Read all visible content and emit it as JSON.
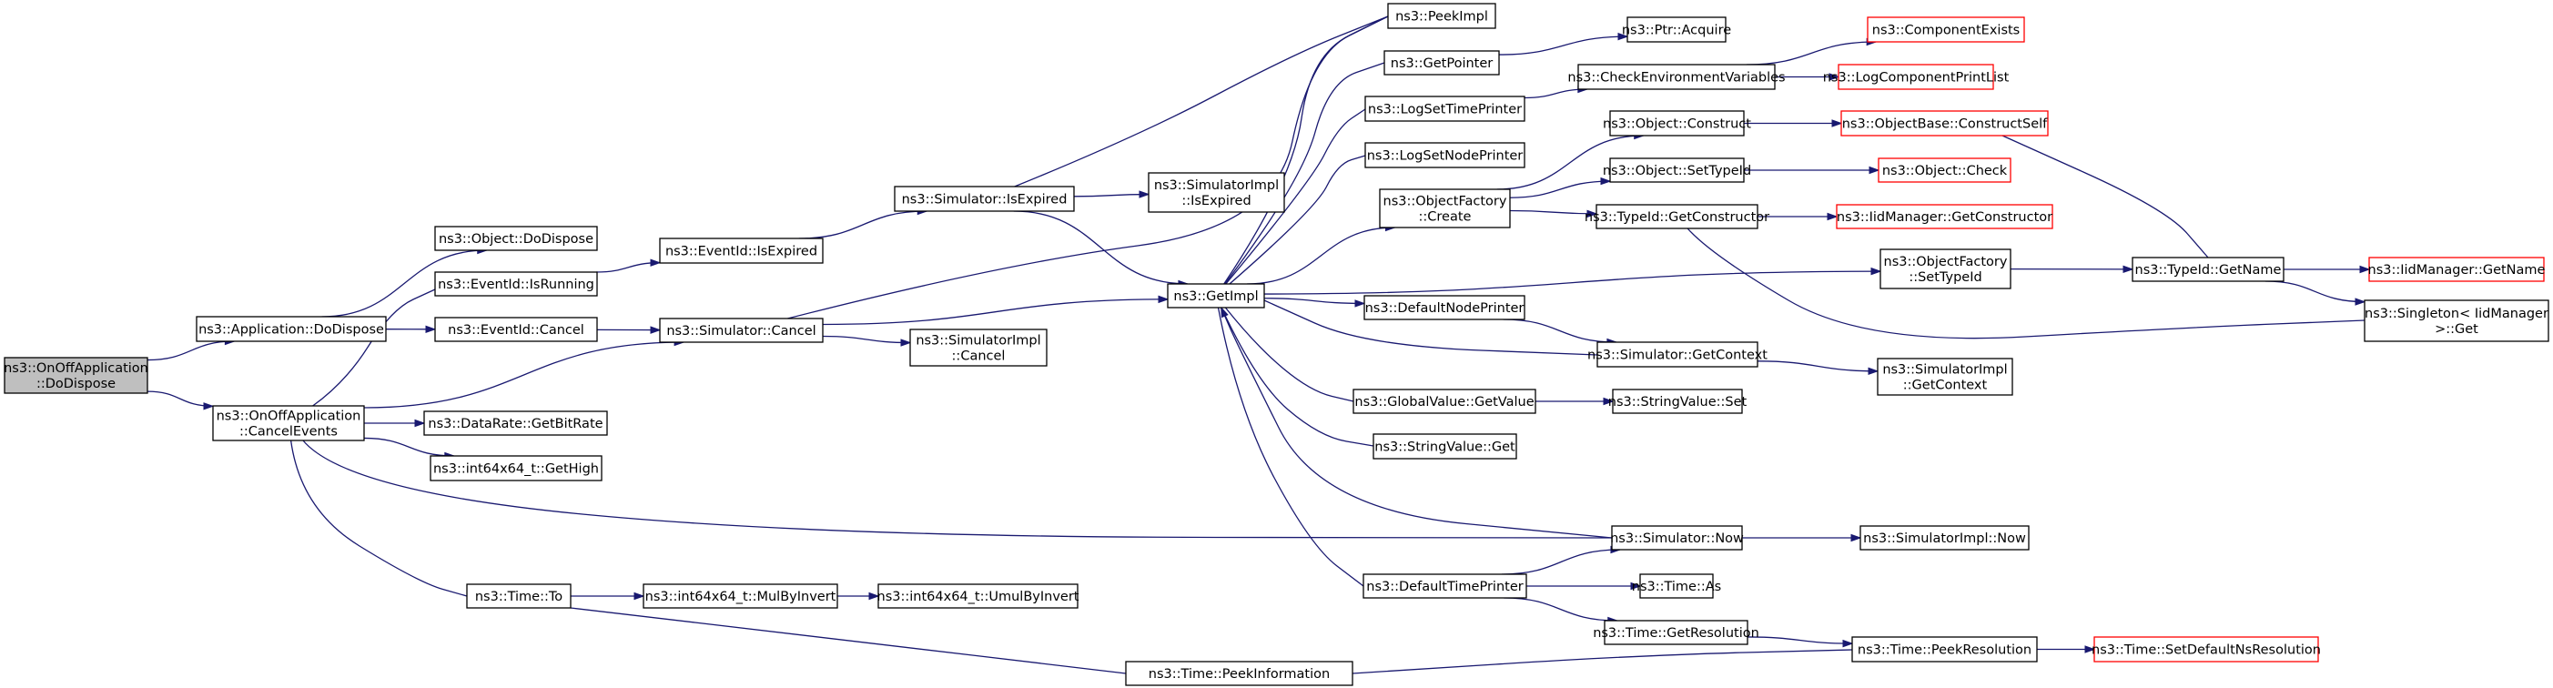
{
  "graph": {
    "colors": {
      "edge": "#191970",
      "truncated_border": "#ff0000",
      "root_fill": "#bfbfbf",
      "node_border": "#000000"
    },
    "nodes": [
      {
        "id": "root",
        "lines": [
          "ns3::OnOffApplication",
          "::DoDispose"
        ],
        "root": true
      },
      {
        "id": "appdispose",
        "lines": [
          "ns3::Application::DoDispose"
        ]
      },
      {
        "id": "objdispose",
        "lines": [
          "ns3::Object::DoDispose"
        ]
      },
      {
        "id": "cancelevents",
        "lines": [
          "ns3::OnOffApplication",
          "::CancelEvents"
        ]
      },
      {
        "id": "isrunning",
        "lines": [
          "ns3::EventId::IsRunning"
        ]
      },
      {
        "id": "evcancel",
        "lines": [
          "ns3::EventId::Cancel"
        ]
      },
      {
        "id": "isexpired",
        "lines": [
          "ns3::EventId::IsExpired"
        ]
      },
      {
        "id": "simcancel",
        "lines": [
          "ns3::Simulator::Cancel"
        ]
      },
      {
        "id": "simisexpired",
        "lines": [
          "ns3::Simulator::IsExpired"
        ]
      },
      {
        "id": "implisexpired",
        "lines": [
          "ns3::SimulatorImpl",
          "::IsExpired"
        ]
      },
      {
        "id": "implcancel",
        "lines": [
          "ns3::SimulatorImpl",
          "::Cancel"
        ]
      },
      {
        "id": "getbitrate",
        "lines": [
          "ns3::DataRate::GetBitRate"
        ]
      },
      {
        "id": "gethigh",
        "lines": [
          "ns3::int64x64_t::GetHigh"
        ]
      },
      {
        "id": "timeto",
        "lines": [
          "ns3::Time::To"
        ]
      },
      {
        "id": "mulbyinvert",
        "lines": [
          "ns3::int64x64_t::MulByInvert"
        ]
      },
      {
        "id": "umulbyinvert",
        "lines": [
          "ns3::int64x64_t::UmulByInvert"
        ]
      },
      {
        "id": "peekinfo",
        "lines": [
          "ns3::Time::PeekInformation"
        ]
      },
      {
        "id": "getimpl",
        "lines": [
          "ns3::GetImpl"
        ]
      },
      {
        "id": "peekimpl",
        "lines": [
          "ns3::PeekImpl"
        ]
      },
      {
        "id": "getpointer",
        "lines": [
          "ns3::GetPointer"
        ]
      },
      {
        "id": "logsettime",
        "lines": [
          "ns3::LogSetTimePrinter"
        ]
      },
      {
        "id": "logsetnode",
        "lines": [
          "ns3::LogSetNodePrinter"
        ]
      },
      {
        "id": "ofcreate",
        "lines": [
          "ns3::ObjectFactory",
          "::Create"
        ]
      },
      {
        "id": "defnodeprinter",
        "lines": [
          "ns3::DefaultNodePrinter"
        ]
      },
      {
        "id": "gvgetvalue",
        "lines": [
          "ns3::GlobalValue::GetValue"
        ]
      },
      {
        "id": "svget",
        "lines": [
          "ns3::StringValue::Get"
        ]
      },
      {
        "id": "deftimeprinter",
        "lines": [
          "ns3::DefaultTimePrinter"
        ]
      },
      {
        "id": "ptracquire",
        "lines": [
          "ns3::Ptr::Acquire"
        ]
      },
      {
        "id": "checkenv",
        "lines": [
          "ns3::CheckEnvironmentVariables"
        ]
      },
      {
        "id": "objconstruct",
        "lines": [
          "ns3::Object::Construct"
        ]
      },
      {
        "id": "objsettypeid",
        "lines": [
          "ns3::Object::SetTypeId"
        ]
      },
      {
        "id": "getconstructor",
        "lines": [
          "ns3::TypeId::GetConstructor"
        ]
      },
      {
        "id": "simgetcontext",
        "lines": [
          "ns3::Simulator::GetContext"
        ]
      },
      {
        "id": "svset",
        "lines": [
          "ns3::StringValue::Set"
        ]
      },
      {
        "id": "simnow",
        "lines": [
          "ns3::Simulator::Now"
        ]
      },
      {
        "id": "timeas",
        "lines": [
          "ns3::Time::As"
        ]
      },
      {
        "id": "getresolution",
        "lines": [
          "ns3::Time::GetResolution"
        ]
      },
      {
        "id": "compexists",
        "lines": [
          "ns3::ComponentExists"
        ],
        "truncated": true
      },
      {
        "id": "logcompprint",
        "lines": [
          "ns3::LogComponentPrintList"
        ],
        "truncated": true
      },
      {
        "id": "constructself",
        "lines": [
          "ns3::ObjectBase::ConstructSelf"
        ],
        "truncated": true
      },
      {
        "id": "objcheck",
        "lines": [
          "ns3::Object::Check"
        ],
        "truncated": true
      },
      {
        "id": "iidgetconstructor",
        "lines": [
          "ns3::IidManager::GetConstructor"
        ],
        "truncated": true
      },
      {
        "id": "ofsettypeid",
        "lines": [
          "ns3::ObjectFactory",
          "::SetTypeId"
        ]
      },
      {
        "id": "implgetcontext",
        "lines": [
          "ns3::SimulatorImpl",
          "::GetContext"
        ]
      },
      {
        "id": "implnow",
        "lines": [
          "ns3::SimulatorImpl::Now"
        ]
      },
      {
        "id": "peekresolution",
        "lines": [
          "ns3::Time::PeekResolution"
        ]
      },
      {
        "id": "typeidgetname",
        "lines": [
          "ns3::TypeId::GetName"
        ]
      },
      {
        "id": "singletonget",
        "lines": [
          "ns3::Singleton< IidManager",
          " >::Get"
        ]
      },
      {
        "id": "iidgetname",
        "lines": [
          "ns3::IidManager::GetName"
        ],
        "truncated": true
      },
      {
        "id": "setdefaultns",
        "lines": [
          "ns3::Time::SetDefaultNsResolution"
        ],
        "truncated": true
      }
    ],
    "edges": [
      [
        "root",
        "appdispose"
      ],
      [
        "root",
        "cancelevents"
      ],
      [
        "appdispose",
        "objdispose"
      ],
      [
        "appdispose",
        "evcancel"
      ],
      [
        "cancelevents",
        "isrunning"
      ],
      [
        "cancelevents",
        "simcancel"
      ],
      [
        "cancelevents",
        "getbitrate"
      ],
      [
        "cancelevents",
        "gethigh"
      ],
      [
        "cancelevents",
        "timeto"
      ],
      [
        "cancelevents",
        "simnow"
      ],
      [
        "isrunning",
        "isexpired"
      ],
      [
        "isexpired",
        "simisexpired"
      ],
      [
        "evcancel",
        "simcancel"
      ],
      [
        "simisexpired",
        "implisexpired"
      ],
      [
        "simisexpired",
        "peekimpl"
      ],
      [
        "simisexpired",
        "getimpl"
      ],
      [
        "simcancel",
        "implcancel"
      ],
      [
        "simcancel",
        "getimpl"
      ],
      [
        "simcancel",
        "peekimpl"
      ],
      [
        "timeto",
        "mulbyinvert"
      ],
      [
        "timeto",
        "peekinfo"
      ],
      [
        "mulbyinvert",
        "umulbyinvert"
      ],
      [
        "peekinfo",
        "peekresolution"
      ],
      [
        "getimpl",
        "peekimpl"
      ],
      [
        "getimpl",
        "getpointer"
      ],
      [
        "getimpl",
        "logsettime"
      ],
      [
        "getimpl",
        "logsetnode"
      ],
      [
        "getimpl",
        "ofcreate"
      ],
      [
        "getimpl",
        "defnodeprinter"
      ],
      [
        "getimpl",
        "gvgetvalue"
      ],
      [
        "getimpl",
        "svget"
      ],
      [
        "getimpl",
        "deftimeprinter"
      ],
      [
        "getimpl",
        "ofsettypeid"
      ],
      [
        "getpointer",
        "ptracquire"
      ],
      [
        "logsettime",
        "checkenv"
      ],
      [
        "checkenv",
        "compexists"
      ],
      [
        "checkenv",
        "logcompprint"
      ],
      [
        "ofcreate",
        "objconstruct"
      ],
      [
        "ofcreate",
        "objsettypeid"
      ],
      [
        "ofcreate",
        "getconstructor"
      ],
      [
        "objconstruct",
        "constructself"
      ],
      [
        "objsettypeid",
        "objcheck"
      ],
      [
        "getconstructor",
        "iidgetconstructor"
      ],
      [
        "getconstructor",
        "singletonget"
      ],
      [
        "defnodeprinter",
        "simgetcontext"
      ],
      [
        "simgetcontext",
        "getimpl"
      ],
      [
        "simgetcontext",
        "implgetcontext"
      ],
      [
        "gvgetvalue",
        "svset"
      ],
      [
        "deftimeprinter",
        "simnow"
      ],
      [
        "deftimeprinter",
        "timeas"
      ],
      [
        "deftimeprinter",
        "getresolution"
      ],
      [
        "simnow",
        "getimpl"
      ],
      [
        "simnow",
        "implnow"
      ],
      [
        "getresolution",
        "peekresolution"
      ],
      [
        "peekresolution",
        "setdefaultns"
      ],
      [
        "ofsettypeid",
        "typeidgetname"
      ],
      [
        "constructself",
        "typeidgetname"
      ],
      [
        "typeidgetname",
        "iidgetname"
      ],
      [
        "typeidgetname",
        "singletonget"
      ]
    ]
  }
}
